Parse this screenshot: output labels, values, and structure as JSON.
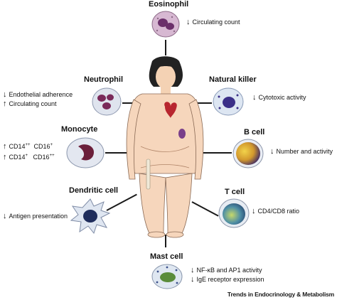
{
  "cells": {
    "eosinophil": {
      "name": "Eosinophil",
      "effects": [
        {
          "dir": "↓",
          "text": "Circulating count"
        }
      ]
    },
    "neutrophil": {
      "name": "Neutrophil",
      "effects": [
        {
          "dir": "↓",
          "text": "Endothelial adherence"
        },
        {
          "dir": "↑",
          "text": "Circulating count"
        }
      ]
    },
    "natural_killer": {
      "name": "Natural killer",
      "effects": [
        {
          "dir": "↓",
          "text": "Cytotoxic activity"
        }
      ]
    },
    "monocyte": {
      "name": "Monocyte",
      "effects": [
        {
          "dir": "↑",
          "text_a": "CD14",
          "sup_a": "++",
          "text_b": "CD16",
          "sup_b": "+"
        },
        {
          "dir": "↑",
          "text_a": "CD14",
          "sup_a": "+",
          "text_b": "CD16",
          "sup_b": "++"
        }
      ]
    },
    "b_cell": {
      "name": "B cell",
      "effects": [
        {
          "dir": "↓",
          "text": "Number and activity"
        }
      ]
    },
    "dendritic": {
      "name": "Dendritic cell",
      "effects": [
        {
          "dir": "↓",
          "text": "Antigen presentation"
        }
      ]
    },
    "t_cell": {
      "name": "T cell",
      "effects": [
        {
          "dir": "↓",
          "text": "CD4/CD8 ratio"
        }
      ]
    },
    "mast_cell": {
      "name": "Mast cell",
      "effects": [
        {
          "dir": "↓",
          "text": "NF-κB and AP1 activity"
        },
        {
          "dir": "↓",
          "text": "IgE receptor expression"
        }
      ]
    }
  },
  "credit": "Trends in Endocrinology & Metabolism"
}
